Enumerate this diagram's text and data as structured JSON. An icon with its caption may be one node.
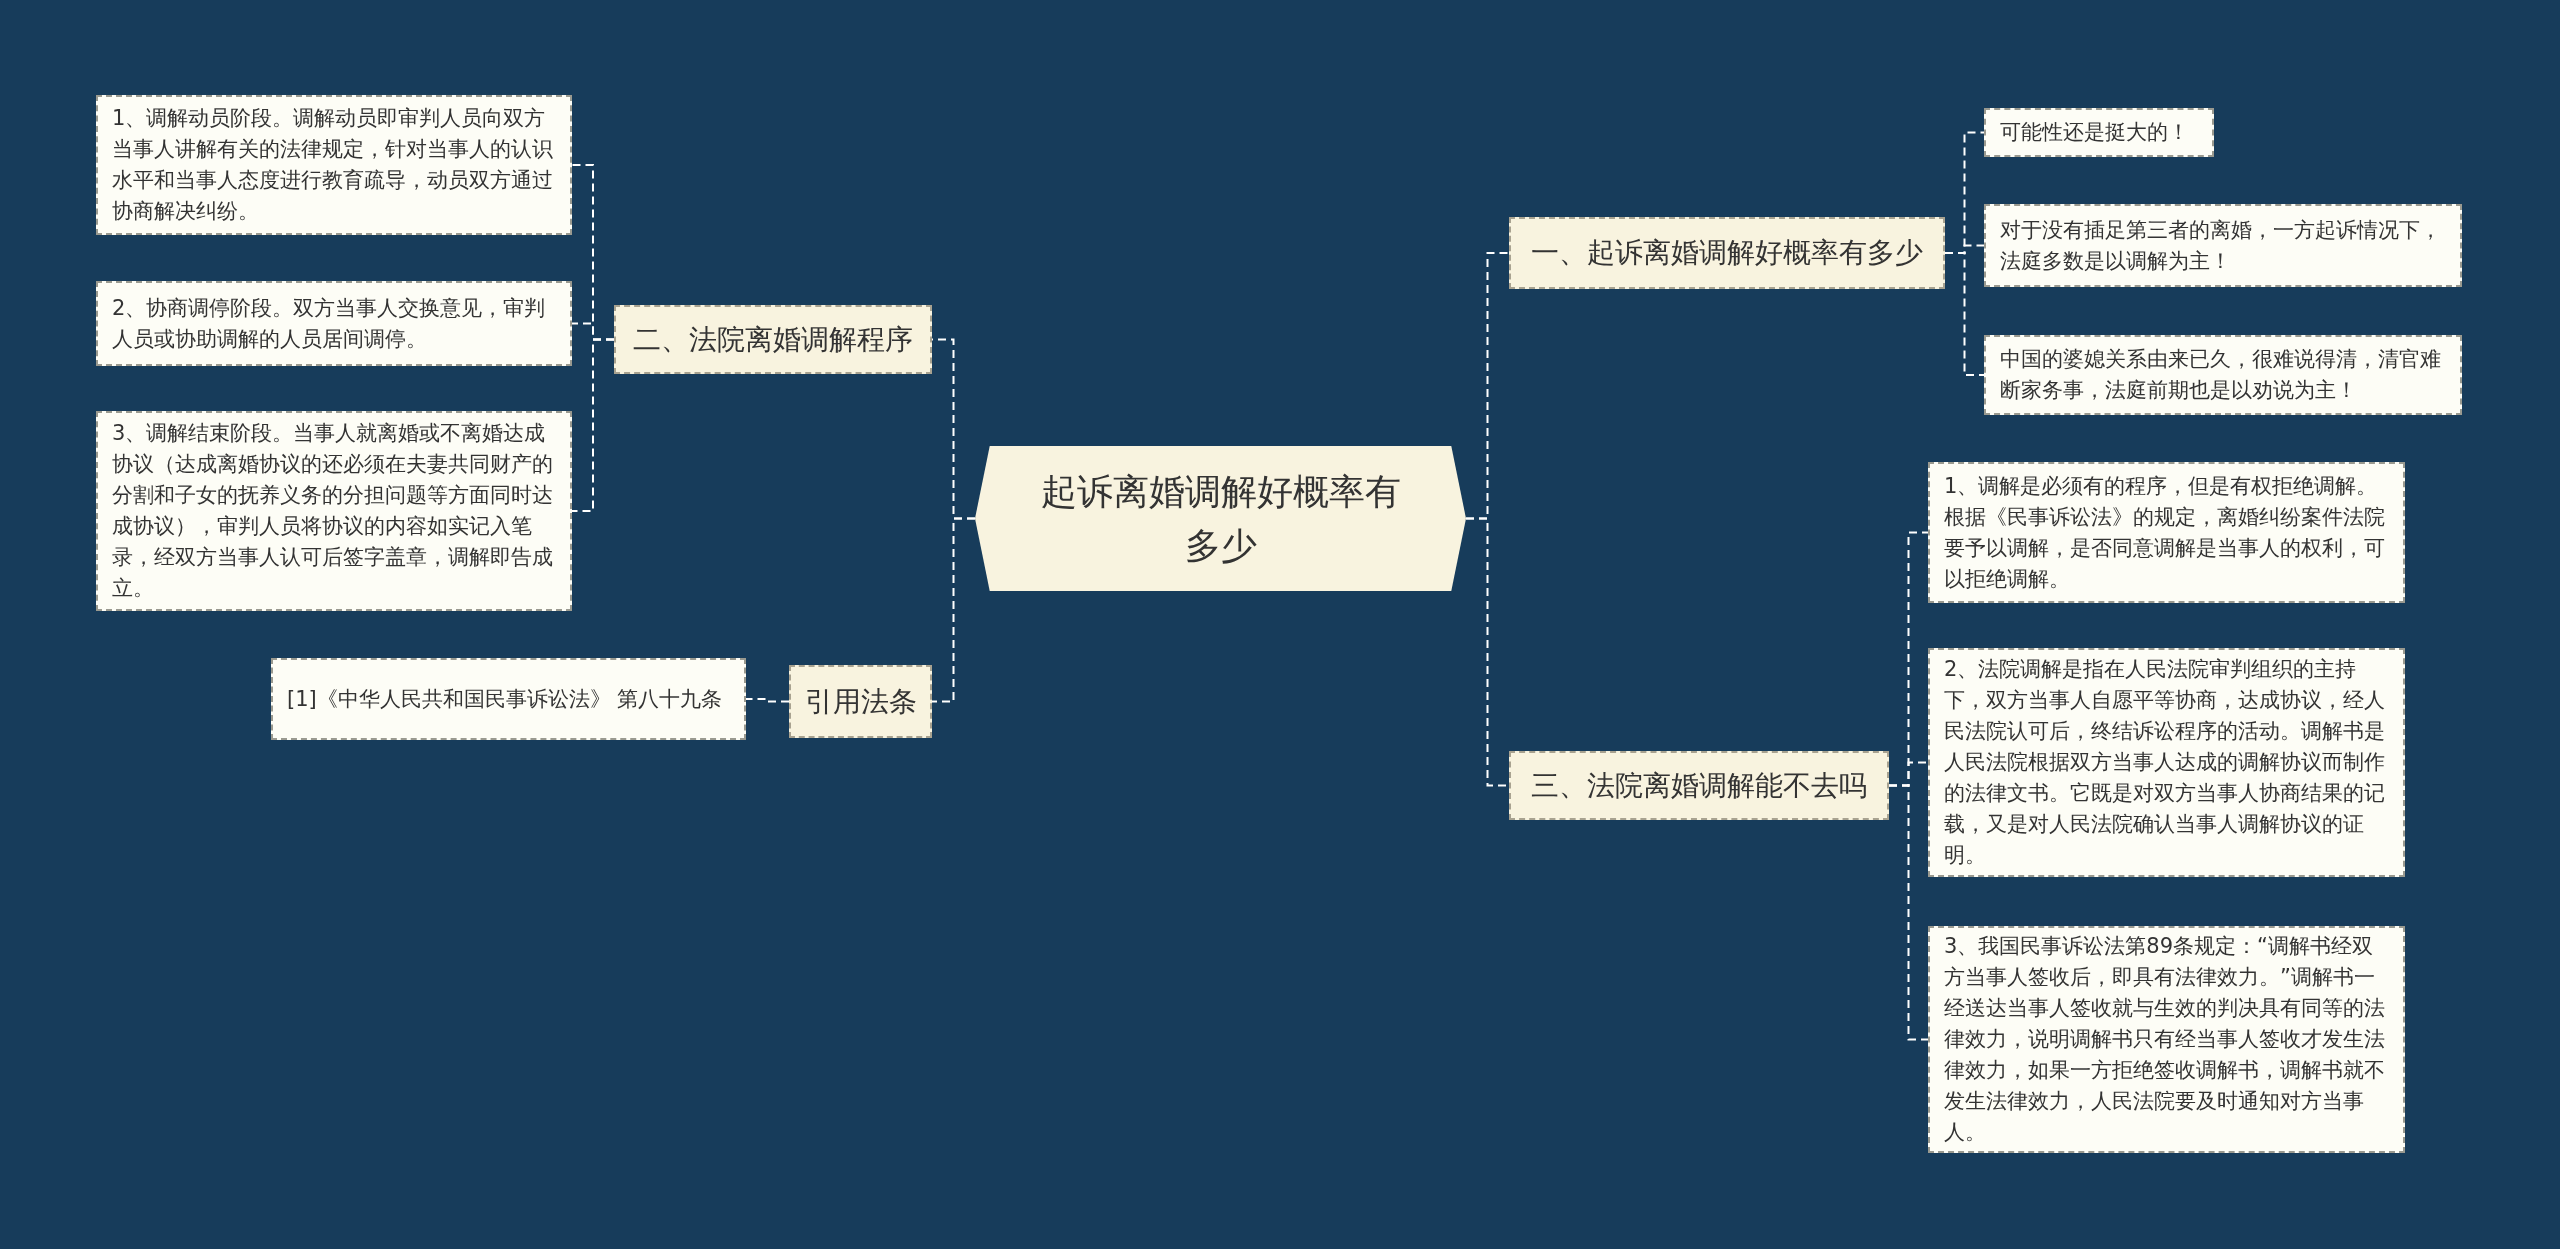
{
  "diagram": {
    "nodes": [
      {
        "text": [
          "起诉离婚调解好概率有多少"
        ]
      },
      {
        "text": [
          "一、起诉离婚调解好概率有多少"
        ]
      },
      {
        "text": [
          "可能性还是挺大的！"
        ]
      },
      {
        "text": [
          "对于没有插足第三者的离婚，一方起诉情况下，法庭多数是以调解为主！"
        ]
      },
      {
        "text": [
          "中国的婆媳关系由来已久，很难说得清，清官难断家务事，法庭前期也是以劝说为主！"
        ]
      },
      {
        "text": [
          "三、法院离婚调解能不去吗"
        ]
      },
      {
        "text": [
          "1、调解是必须有的程序，但是有权拒绝调解。根据《民事诉讼法》的规定，离婚纠纷案件法院要予以调解，是否同意调解是当事人的权利，可以拒绝调解。"
        ]
      },
      {
        "text": [
          "2、法院调解是指在人民法院审判组织的主持下，双方当事人自愿平等协商，达成协议，经人民法院认可后，终结诉讼程序的活动。调解书是人民法院根据双方当事人达成的调解协议而制作的法律文书。它既是对双方当事人协商结果的记载，又是对人民法院确认当事人调解协议的证明。"
        ]
      },
      {
        "text": [
          "3、我国民事诉讼法第89条规定：“调解书经双方当事人签收后，即具有法律效力。”调解书一经送达当事人签收就与生效的判决具有同等的法律效力，说明调解书只有经当事人签收才发生法律效力，如果一方拒绝签收调解书，调解书就不发生法律效力，人民法院要及时通知对方当事人。"
        ]
      },
      {
        "text": [
          "二、法院离婚调解程序"
        ]
      },
      {
        "text": [
          "1、调解动员阶段。调解动员即审判人员向双方当事人讲解有关的法律规定，针对当事人的认识水平和当事人态度进行教育疏导，动员双方通过协商解决纠纷。"
        ]
      },
      {
        "text": [
          "2、协商调停阶段。双方当事人交换意见，审判人员或协助调解的人员居间调停。"
        ]
      },
      {
        "text": [
          "3、调解结束阶段。当事人就离婚或不离婚达成协议（达成离婚协议的还必须在夫妻共同财产的分割和子女的抚养义务的分担问题等方面同时达成协议），审判人员将协议的内容如实记入笔录，经双方当事人认可后签字盖章，调解即告成立。"
        ]
      },
      {
        "text": [
          "引用法条"
        ]
      },
      {
        "text": [
          "[1]《中华人民共和国民事诉讼法》 第八十九条"
        ]
      }
    ],
    "edges": [
      {
        "from": 0,
        "to": 1,
        "arrow": "none"
      },
      {
        "from": 1,
        "to": 2,
        "arrow": "none"
      },
      {
        "from": 1,
        "to": 3,
        "arrow": "none"
      },
      {
        "from": 1,
        "to": 4,
        "arrow": "none"
      },
      {
        "from": 0,
        "to": 5,
        "arrow": "none"
      },
      {
        "from": 5,
        "to": 6,
        "arrow": "none"
      },
      {
        "from": 5,
        "to": 7,
        "arrow": "none"
      },
      {
        "from": 5,
        "to": 8,
        "arrow": "none"
      },
      {
        "from": 0,
        "to": 9,
        "arrow": "none"
      },
      {
        "from": 9,
        "to": 10,
        "arrow": "none"
      },
      {
        "from": 9,
        "to": 11,
        "arrow": "none"
      },
      {
        "from": 9,
        "to": 12,
        "arrow": "none"
      },
      {
        "from": 0,
        "to": 13,
        "arrow": "none"
      },
      {
        "from": 13,
        "to": 14,
        "arrow": "none"
      }
    ]
  }
}
